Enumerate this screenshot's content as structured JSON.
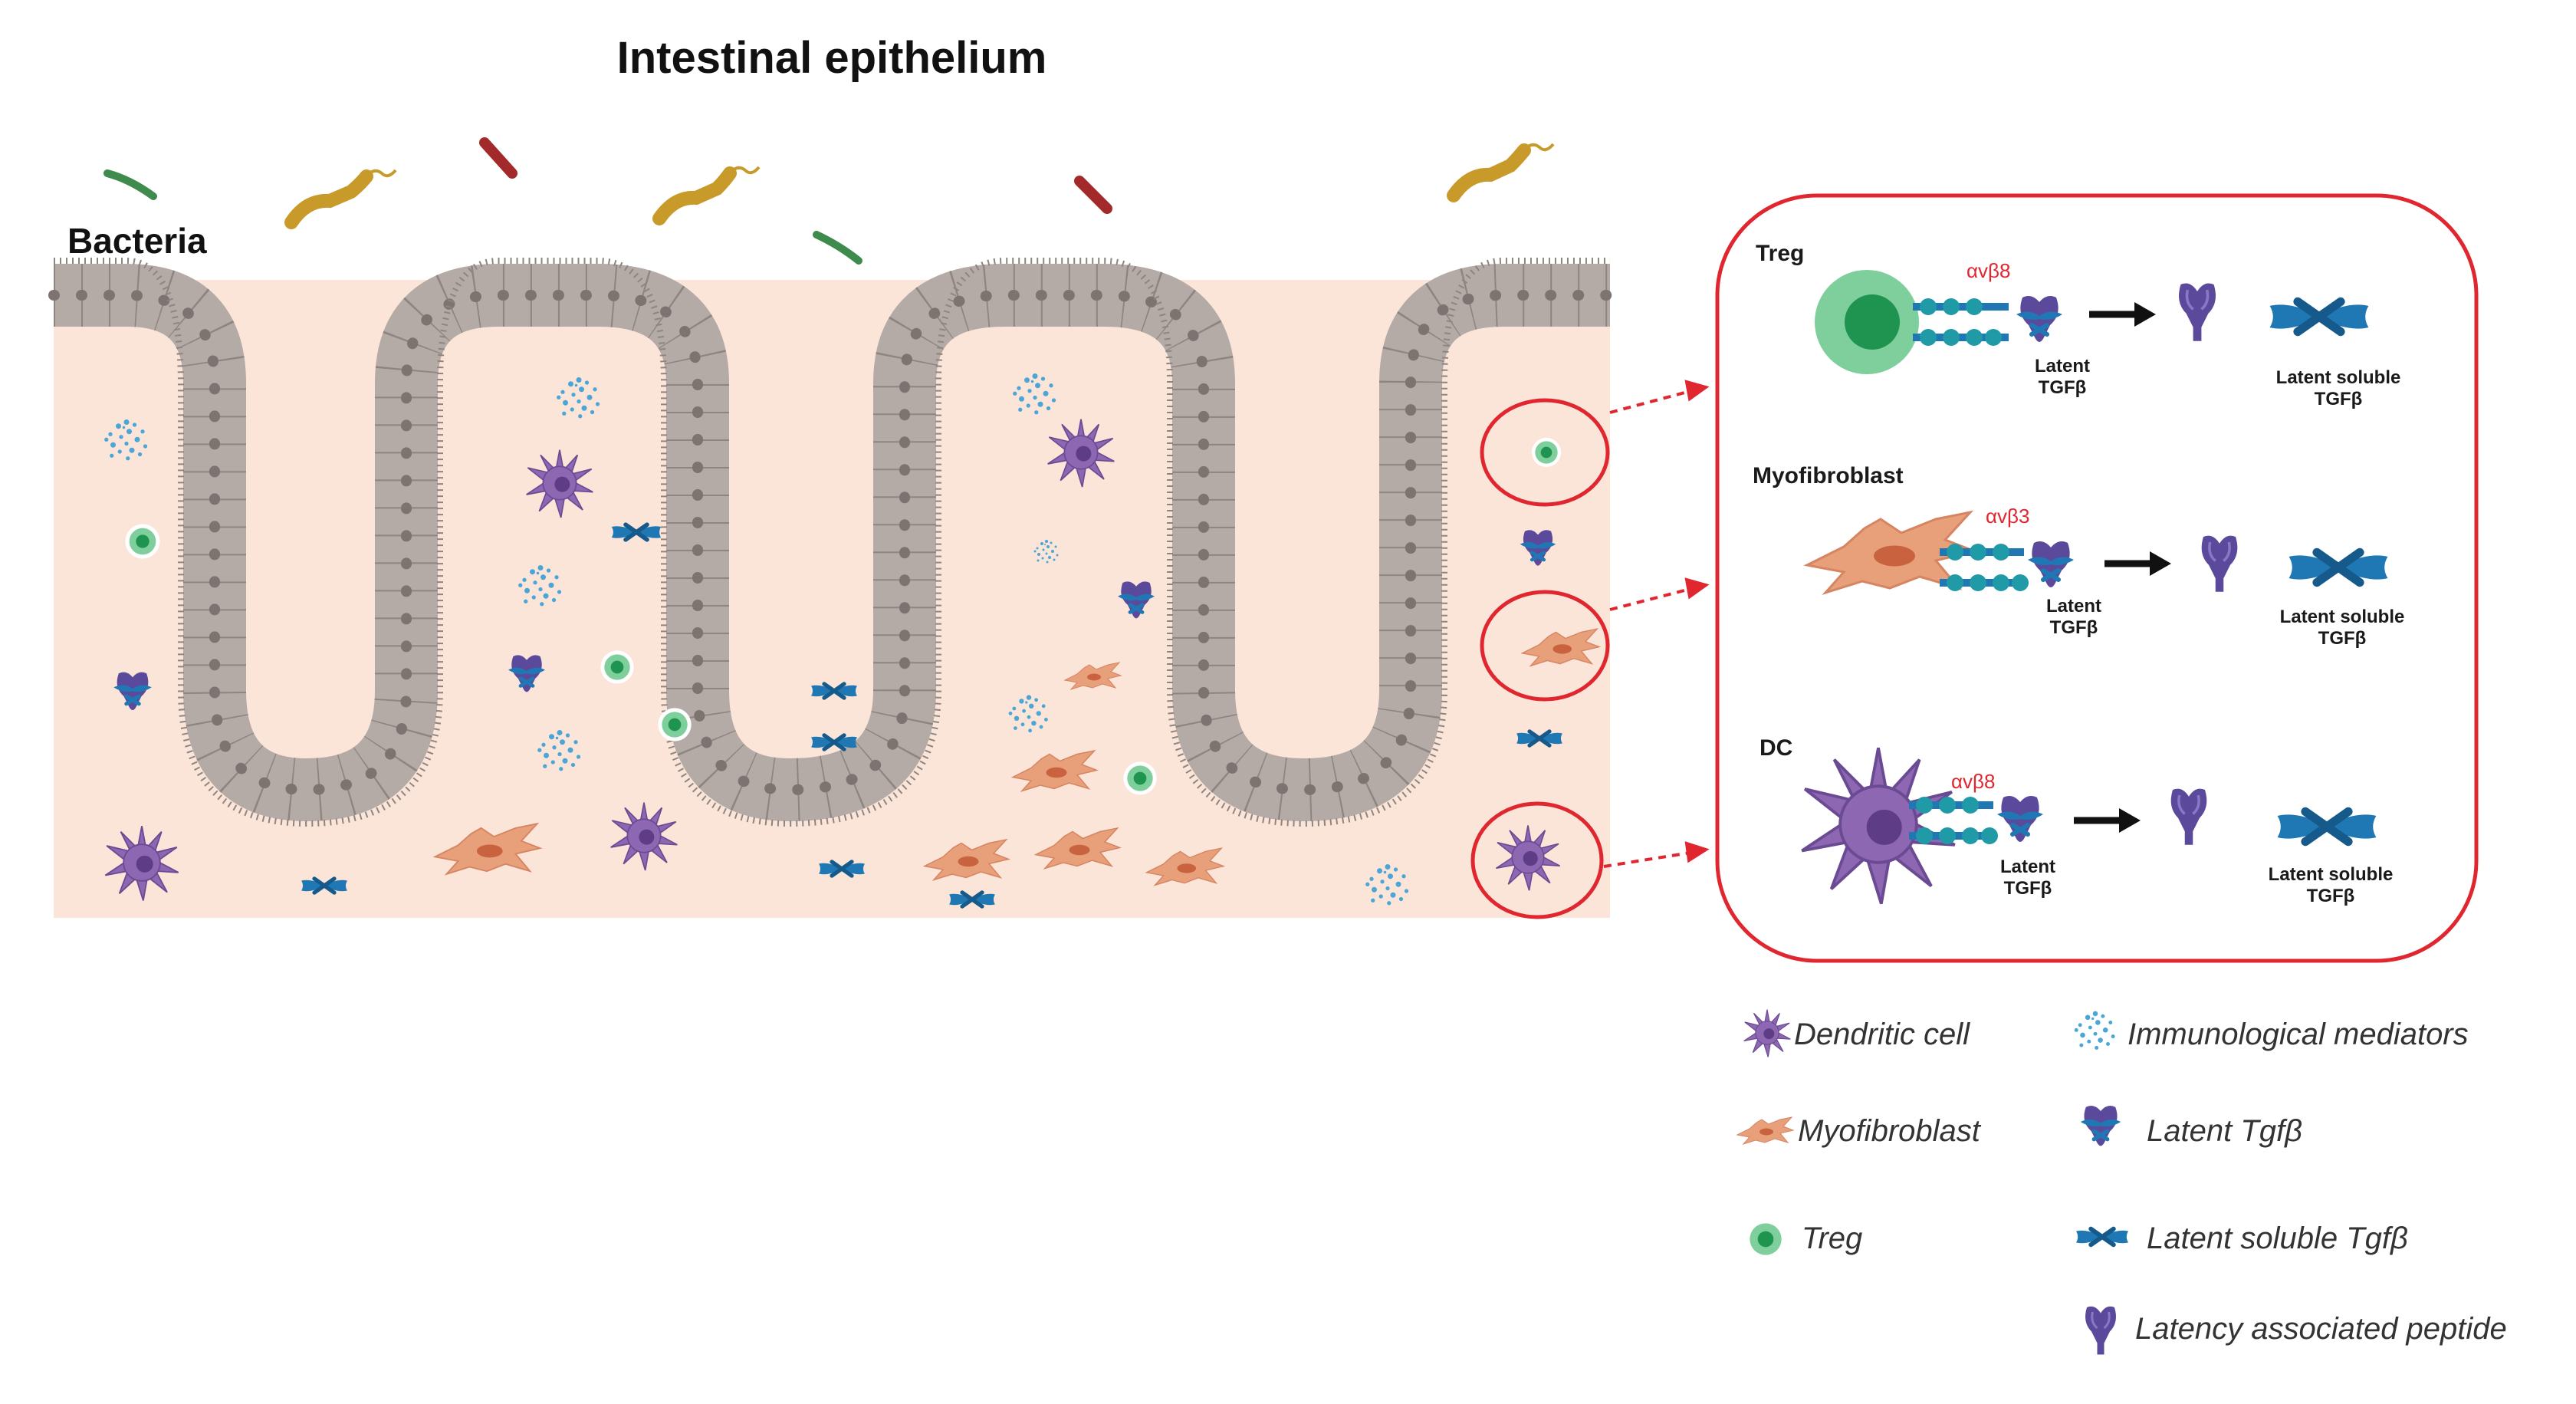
{
  "title": "Intestinal epithelium",
  "bacteria_label": "Bacteria",
  "panels": [
    {
      "label": "Treg",
      "integrin": "αvβ8",
      "latent": "Latent\nTGFβ",
      "soluble": "Latent soluble\nTGFβ"
    },
    {
      "label": "Myofibroblast",
      "integrin": "αvβ3",
      "latent": "Latent\nTGFβ",
      "soluble": "Latent soluble\nTGFβ"
    },
    {
      "label": "DC",
      "integrin": "αvβ8",
      "latent": "Latent\nTGFβ",
      "soluble": "Latent soluble\nTGFβ"
    }
  ],
  "legend": [
    {
      "icon": "dendritic-cell-icon",
      "label": "Dendritic cell"
    },
    {
      "icon": "immunological-mediators-icon",
      "label": "Immunological mediators"
    },
    {
      "icon": "myofibroblast-icon",
      "label": "Myofibroblast"
    },
    {
      "icon": "latent-tgfb-icon",
      "label": "Latent Tgfβ"
    },
    {
      "icon": "treg-icon",
      "label": "Treg"
    },
    {
      "icon": "latent-soluble-tgfb-icon",
      "label": "Latent soluble Tgfβ"
    },
    {
      "icon": "latency-associated-peptide-icon",
      "label": "Latency associated peptide"
    }
  ],
  "colors": {
    "tissue": "#fbe4d8",
    "epithelium": "#b4aaa6",
    "epithelium_dark": "#8f8580",
    "nucleus": "#7d7370",
    "dendritic": "#8e67b2",
    "dendritic_dark": "#5f3d86",
    "treg_outer": "#7fcf9c",
    "treg_inner": "#1f9450",
    "myofibroblast": "#e8a07a",
    "tgfb_soluble": "#1f78b4",
    "lap": "#5b4a9c",
    "red": "#e0262f",
    "bacteria_green": "#3f8a4d",
    "bacteria_gold": "#c89a2a",
    "bacteria_red": "#a32a2a"
  }
}
